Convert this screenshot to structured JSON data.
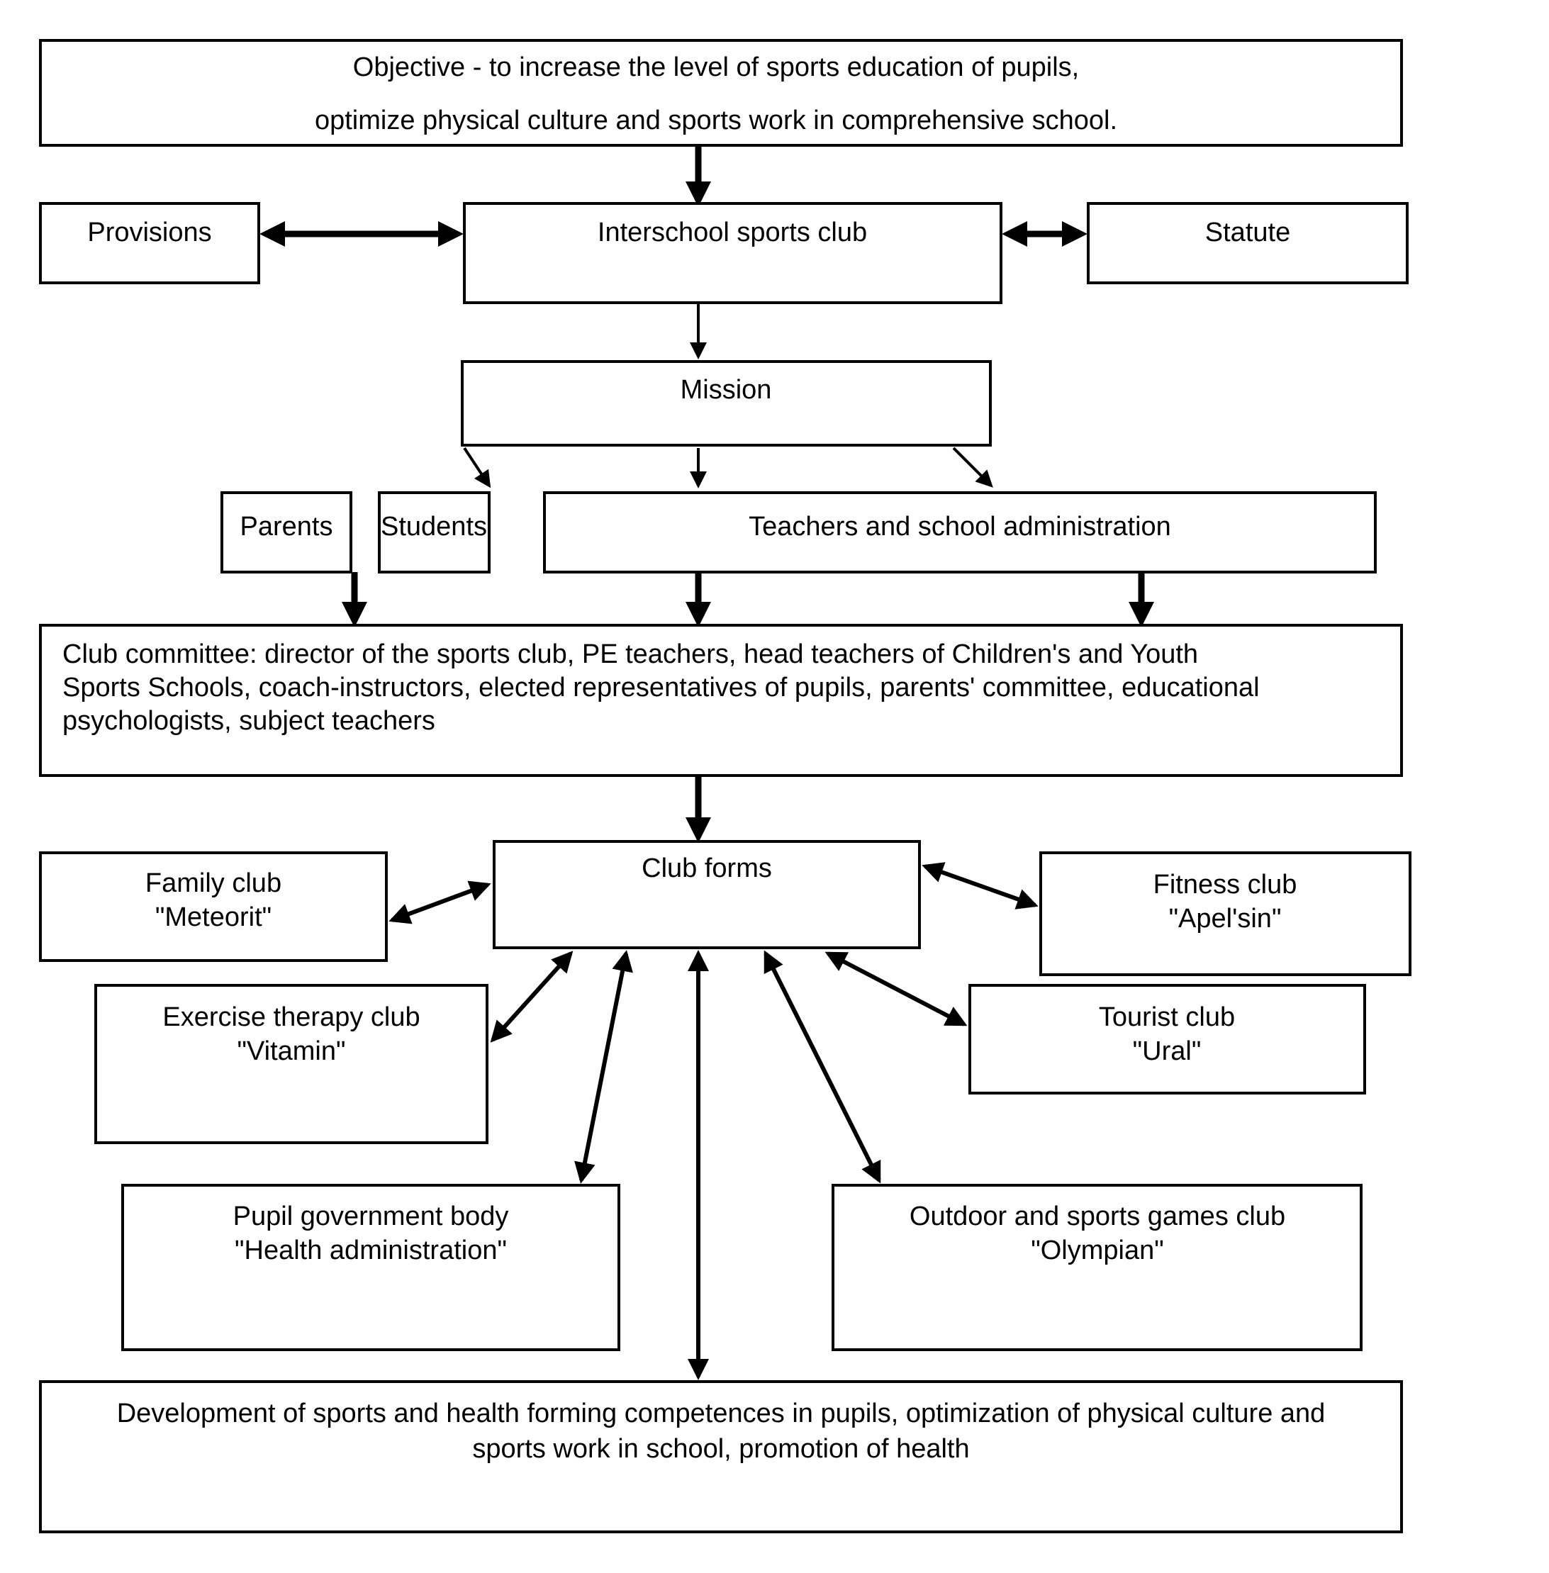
{
  "diagram": {
    "title_objective": {
      "bold_label": "Objective",
      "line1_rest": " - to increase the level of sports education of pupils,",
      "line2": "optimize physical culture and sports work in comprehensive school."
    },
    "nodes": {
      "provisions": "Provisions",
      "interschool_sports_club": "Interschool sports club",
      "statute": "Statute",
      "mission": "Mission",
      "parents": "Parents",
      "students": "Students",
      "teachers_admin": "Teachers and school administration",
      "club_committee": {
        "bold_label": "Club committee:",
        "line1_rest": " director of the sports club, PE teachers, head teachers of Children's and Youth",
        "line2": "Sports Schools, coach-instructors, elected representatives of pupils, parents' committee, educational",
        "line3": "psychologists, subject teachers"
      },
      "club_forms": "Club forms",
      "family_club": {
        "line1": "Family club",
        "line2": "\"Meteorit\""
      },
      "fitness_club": {
        "line1": "Fitness club",
        "line2": "\"Apel'sin\""
      },
      "exercise_therapy_club": {
        "line1": "Exercise therapy club",
        "line2": "\"Vitamin\""
      },
      "tourist_club": {
        "line1": "Tourist club",
        "line2": "\"Ural\""
      },
      "pupil_government_body": {
        "line1": "Pupil government body",
        "line2": "\"Health administration\""
      },
      "outdoor_sports_games_club": {
        "line1": "Outdoor and sports games club",
        "line2": "\"Olympian\""
      },
      "outcome": {
        "line1": "Development of sports and health forming competences in pupils, optimization of physical culture and",
        "line2": "sports work in school, promotion of health"
      }
    },
    "colors": {
      "stroke": "#000000",
      "fill": "#ffffff",
      "text": "#000000"
    }
  }
}
